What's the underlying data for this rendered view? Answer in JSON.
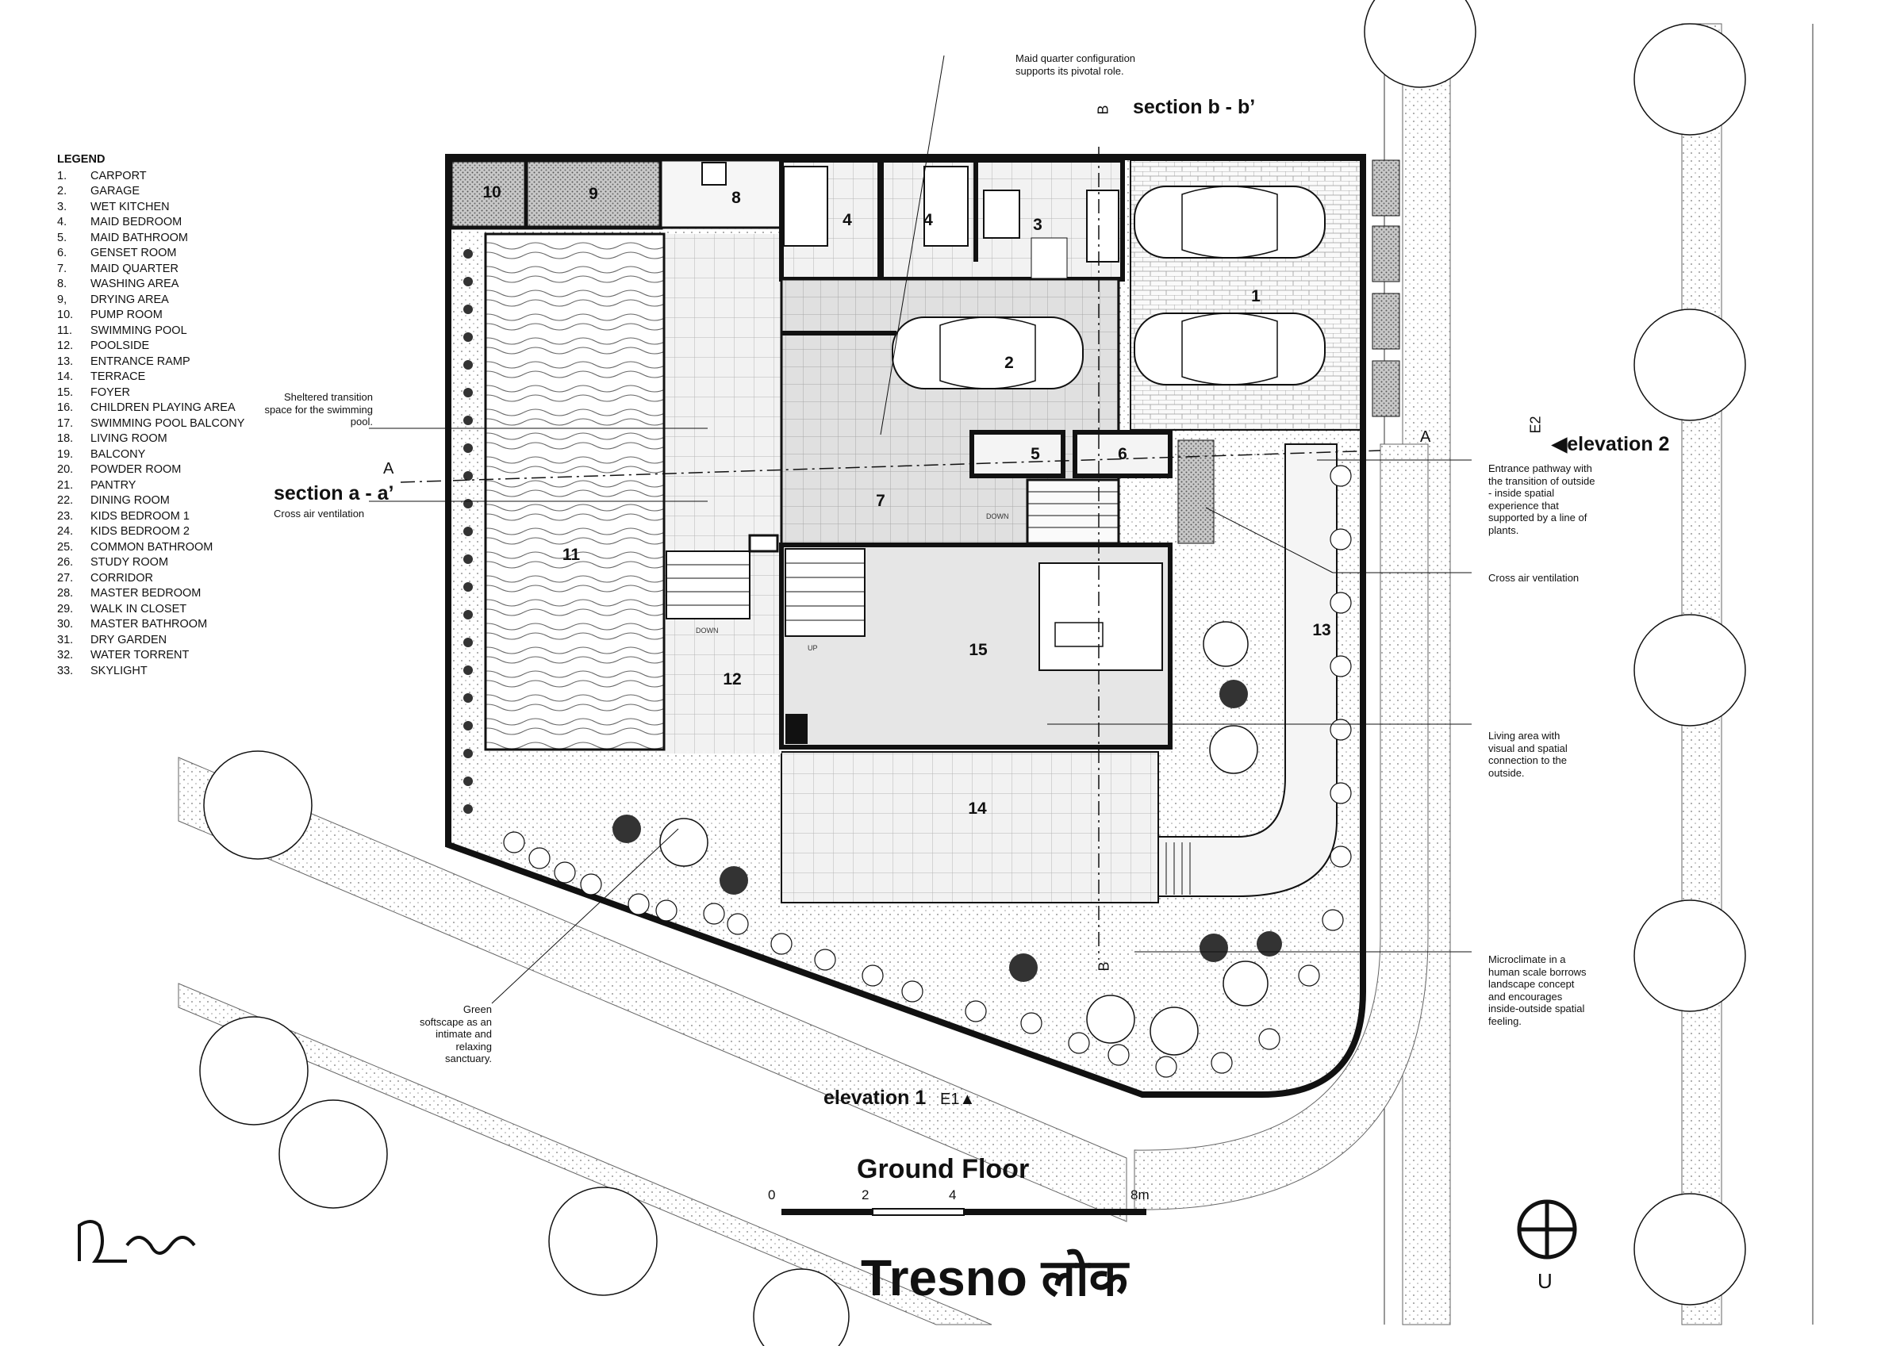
{
  "legend": {
    "title": "LEGEND",
    "items": [
      {
        "n": "1.",
        "label": "CARPORT"
      },
      {
        "n": "2.",
        "label": "GARAGE"
      },
      {
        "n": "3.",
        "label": "WET KITCHEN"
      },
      {
        "n": "4.",
        "label": "MAID BEDROOM"
      },
      {
        "n": "5.",
        "label": "MAID BATHROOM"
      },
      {
        "n": "6.",
        "label": "GENSET ROOM"
      },
      {
        "n": "7.",
        "label": "MAID QUARTER"
      },
      {
        "n": "8.",
        "label": "WASHING AREA"
      },
      {
        "n": "9,",
        "label": "DRYING AREA"
      },
      {
        "n": "10.",
        "label": "PUMP ROOM"
      },
      {
        "n": "11.",
        "label": "SWIMMING POOL"
      },
      {
        "n": "12.",
        "label": "POOLSIDE"
      },
      {
        "n": "13.",
        "label": "ENTRANCE RAMP"
      },
      {
        "n": "14.",
        "label": "TERRACE"
      },
      {
        "n": "15.",
        "label": "FOYER"
      },
      {
        "n": "16.",
        "label": "CHILDREN PLAYING AREA"
      },
      {
        "n": "17.",
        "label": "SWIMMING POOL BALCONY"
      },
      {
        "n": "18.",
        "label": "LIVING ROOM"
      },
      {
        "n": "19.",
        "label": "BALCONY"
      },
      {
        "n": "20.",
        "label": "POWDER ROOM"
      },
      {
        "n": "21.",
        "label": "PANTRY"
      },
      {
        "n": "22.",
        "label": "DINING ROOM"
      },
      {
        "n": "23.",
        "label": "KIDS BEDROOM 1"
      },
      {
        "n": "24.",
        "label": "KIDS BEDROOM 2"
      },
      {
        "n": "25.",
        "label": "COMMON BATHROOM"
      },
      {
        "n": "26.",
        "label": "STUDY ROOM"
      },
      {
        "n": "27.",
        "label": "CORRIDOR"
      },
      {
        "n": "28.",
        "label": "MASTER BEDROOM"
      },
      {
        "n": "29.",
        "label": "WALK IN CLOSET"
      },
      {
        "n": "30.",
        "label": "MASTER BATHROOM"
      },
      {
        "n": "31.",
        "label": "DRY GARDEN"
      },
      {
        "n": "32.",
        "label": "WATER TORRENT"
      },
      {
        "n": "33.",
        "label": "SKYLIGHT"
      }
    ]
  },
  "rooms": {
    "r1": "1",
    "r2": "2",
    "r3": "3",
    "r4a": "4",
    "r4b": "4",
    "r5": "5",
    "r6": "6",
    "r7": "7",
    "r8": "8",
    "r9": "9",
    "r10": "10",
    "r11": "11",
    "r12": "12",
    "r13": "13",
    "r14": "14",
    "r15": "15"
  },
  "annotations": {
    "maid_quarter": "Maid quarter configuration supports its pivotal role.",
    "sheltered": "Sheltered transition space for the swimming pool.",
    "cross_air_left": "Cross air ventilation",
    "entrance_pathway": "Entrance pathway with the transition of outside - inside spatial experience that supported by a line of plants.",
    "cross_air_right": "Cross air ventilation",
    "living_area": "Living area with visual and spatial connection to the outside.",
    "microclimate": "Microclimate in a human scale borrows landscape concept and encourages inside-outside spatial feeling.",
    "green_softscape": "Green softscape as an intimate and relaxing sanctuary."
  },
  "sections": {
    "section_b": "section b - b’",
    "section_b_mark": "B",
    "section_a": "section a - a’",
    "section_a_mark": "A",
    "elevation_2": "◀elevation 2",
    "elevation_2_mark": "E2",
    "elevation_1": "elevation 1",
    "elevation_1_mark": "E1▲"
  },
  "small_labels": {
    "down1": "DOWN",
    "down2": "DOWN",
    "up": "UP"
  },
  "title_block": {
    "floor": "Ground Floor",
    "scale_ticks": [
      "0",
      "2",
      "4",
      "8m"
    ],
    "project": "Tresno लोक",
    "north": "U"
  },
  "colors": {
    "line": "#111111",
    "tile": "#e6e6e6",
    "hatch": "#9a9a9a"
  }
}
